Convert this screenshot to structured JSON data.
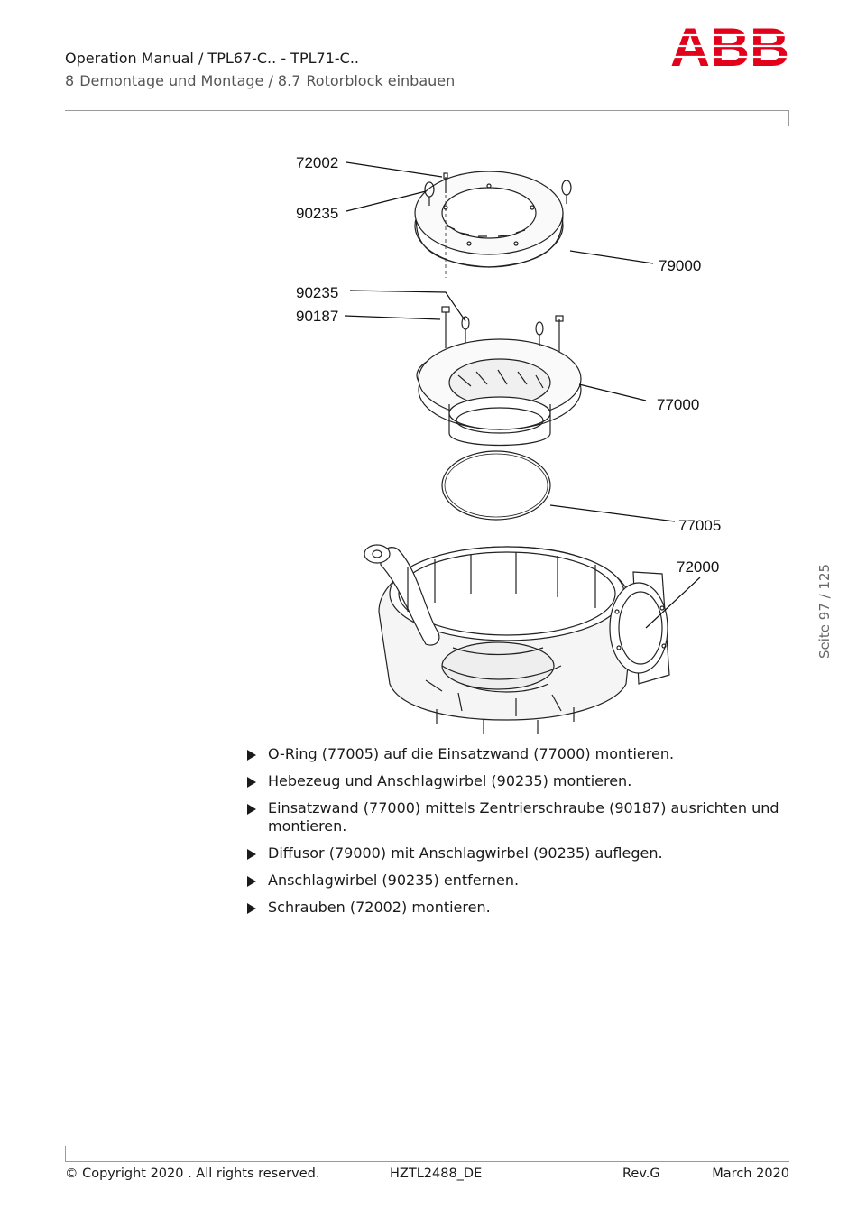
{
  "header": {
    "title": "Operation Manual / TPL67-C.. - TPL71-C..",
    "chapter_number": "8",
    "chapter_title": "Demontage und Montage / 8.7",
    "section_title": "Rotorblock einbauen",
    "logo_text": "ABB"
  },
  "brand": {
    "logo_color": "#e2001a",
    "text_color": "#1a1a1a",
    "muted_color": "#555555"
  },
  "side_page": "Seite 97 / 125",
  "figure": {
    "callouts": [
      "72002",
      "90235",
      "79000",
      "90235",
      "90187",
      "77000",
      "77005",
      "72000"
    ]
  },
  "steps": [
    "O-Ring (77005) auf die Einsatzwand (77000) montieren.",
    "Hebezeug und Anschlagwirbel (90235) montieren.",
    "Einsatzwand (77000) mittels Zentrierschraube (90187) ausrichten und montieren.",
    "Diffusor (79000) mit Anschlagwirbel (90235) auflegen.",
    "Anschlagwirbel (90235) entfernen.",
    "Schrauben (72002) montieren."
  ],
  "footer": {
    "copyright": "© Copyright 2020 . All rights reserved.",
    "doc_id": "HZTL2488_DE",
    "revision": "Rev.G",
    "date": "March 2020"
  }
}
